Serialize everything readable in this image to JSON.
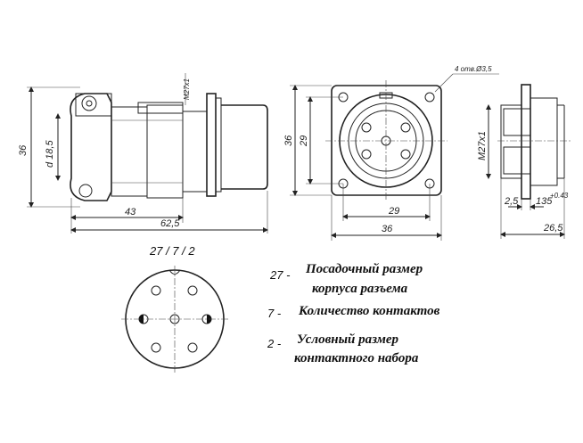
{
  "side_view": {
    "dims": {
      "height": "36",
      "diameter": "d 18,5",
      "thread": "M27x1",
      "length_short": "43",
      "length_total": "62,5"
    }
  },
  "front_view": {
    "dims": {
      "hole_callout": "4 отв.Ø3,5",
      "height_outer": "36",
      "height_inner": "29",
      "width_inner": "29",
      "width_outer": "36"
    }
  },
  "right_view": {
    "dims": {
      "thread": "M27x1",
      "gap": "2,5",
      "tolerance_main": "135",
      "tolerance_sup": "+0.43",
      "width": "26,5"
    }
  },
  "code_title": "27 / 7 / 2",
  "legend": [
    {
      "code": "27 -",
      "line1": "Посадочный размер",
      "line2": "корпуса разъема"
    },
    {
      "code": "7 -",
      "line1": "Количество контактов",
      "line2": ""
    },
    {
      "code": "2 -",
      "line1": "Условный размер",
      "line2": "контактного набора"
    }
  ]
}
